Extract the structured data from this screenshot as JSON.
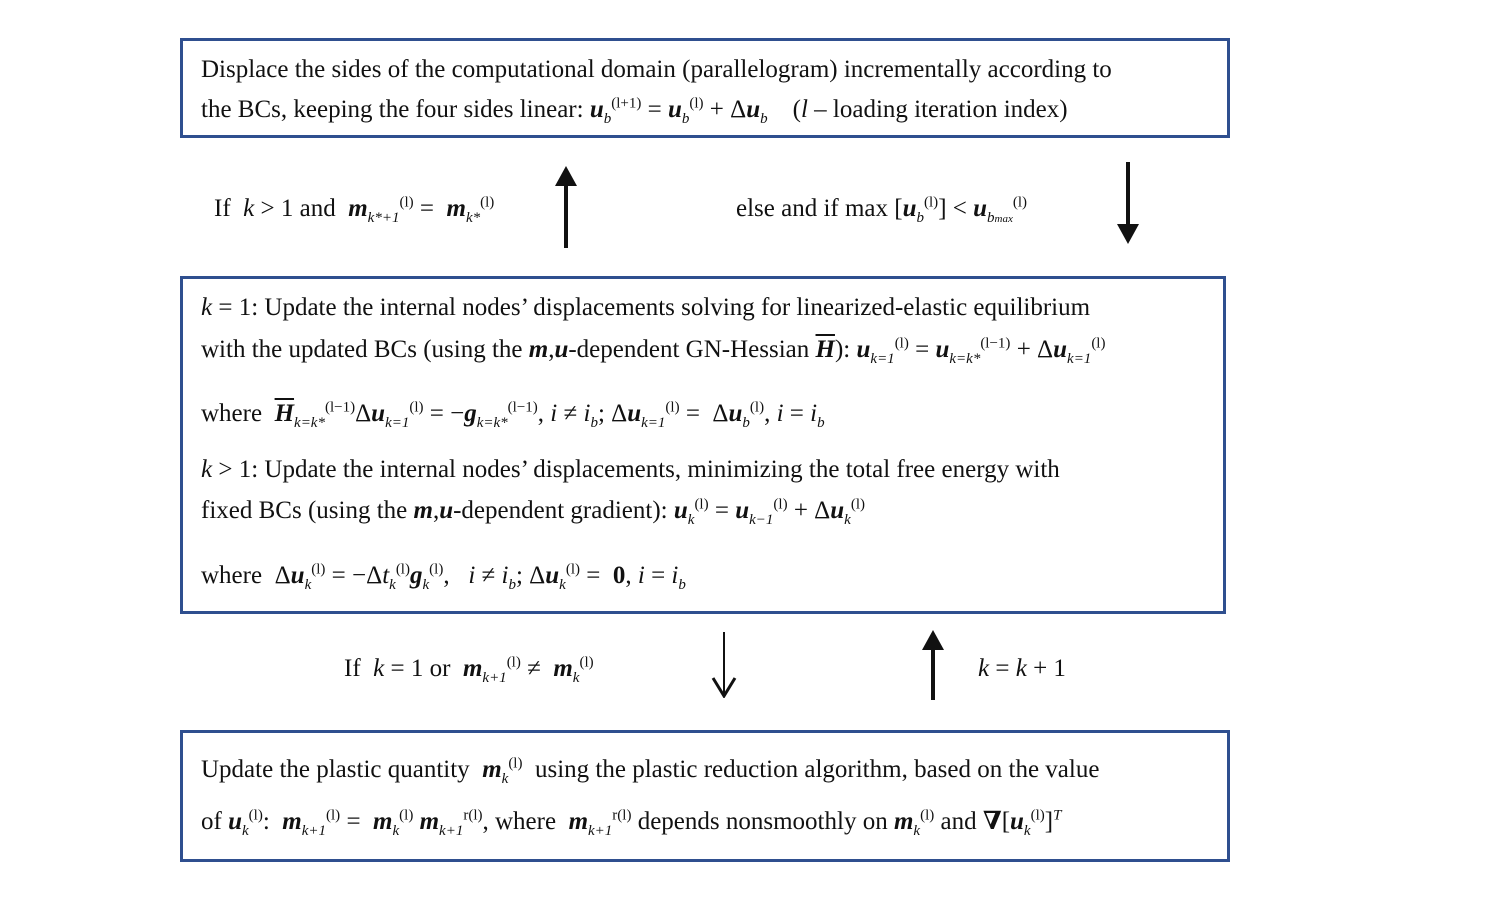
{
  "box1": {
    "line1": "Displace the sides of the computational domain (parallelogram) incrementally according to",
    "line2_a": "the BCs, keeping the four sides linear: ",
    "line2_eq": "u_b^(l+1) = u_b^(l) + Δu_b",
    "line2_b": "(l – loading iteration index)"
  },
  "left_up_label": "If k > 1 and m_(k*+1)^(l) = m_(k*)^(l)",
  "right_down_label": "else and if max [u_b^(l)] < u_(b_max)^(l)",
  "box2": {
    "l1": "k = 1: Update the internal nodes’ displacements solving for linearized-elastic equilibrium",
    "l2": "with the updated BCs (using the m,u-dependent GN-Hessian H̄): u_(k=1)^(l) = u_(k=k*)^(l-1) + Δu_(k=1)^(l)",
    "l3": "where H̄_(k=k*)^(l-1) Δu_(k=1)^(l) = −g_(k=k*)^(l-1), i ≠ i_b; Δu_(k=1)^(l) = Δu_b^(l), i = i_b",
    "l4": "k > 1: Update the internal nodes’ displacements, minimizing the total free energy with",
    "l5": "fixed BCs (using the m,u-dependent gradient): u_k^(l) = u_(k−1)^(l) + Δu_k^(l)",
    "l6": "where Δu_k^(l) = −Δt_k^(l) g_k^(l),  i ≠ i_b; Δu_k^(l) = 0, i = i_b"
  },
  "lower_left_label": "If k = 1 or m_(k+1)^(l) ≠ m_k^(l)",
  "lower_right_label": "k = k + 1",
  "box3": {
    "l1": "Update the plastic quantity m_k^(l) using the plastic reduction algorithm, based on the value",
    "l2": "of u_k^(l): m_(k+1)^(l) = m_k^(l) m_(k+1)^(r(l)), where m_(k+1)^(r(l)) depends nonsmoothly on m_k^(l) and ∇[u_k^(l)]^T"
  },
  "colors": {
    "box_border": "#2f4f8f",
    "text": "#111111"
  }
}
